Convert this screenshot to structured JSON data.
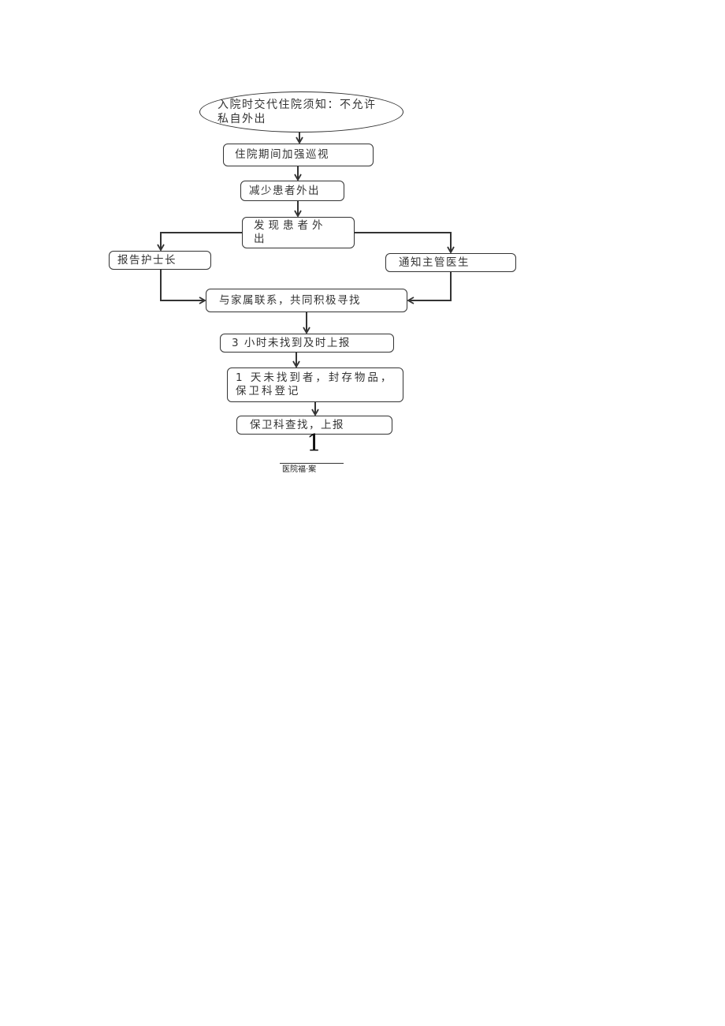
{
  "flowchart": {
    "nodes": {
      "admission_notice": "入院时交代住院须知：不允许私自外出",
      "strengthen_rounds": "住院期间加强巡视",
      "reduce_outings": "减少患者外出",
      "discover_absence": "发现患者外出",
      "report_head_nurse": "报告护士长",
      "notify_doctor": "通知主管医生",
      "contact_family": "与家属联系，共同积极寻找",
      "report_3h": "3 小时未找到及时上报",
      "one_day_not_found": "1 天未找到者，封存物品，保卫科登记",
      "security_search": "保卫科查找，上报"
    },
    "edges": [
      {
        "from": "admission_notice",
        "to": "strengthen_rounds"
      },
      {
        "from": "strengthen_rounds",
        "to": "reduce_outings"
      },
      {
        "from": "reduce_outings",
        "to": "discover_absence"
      },
      {
        "from": "discover_absence",
        "to": "report_head_nurse"
      },
      {
        "from": "discover_absence",
        "to": "notify_doctor"
      },
      {
        "from": "report_head_nurse",
        "to": "contact_family"
      },
      {
        "from": "notify_doctor",
        "to": "contact_family"
      },
      {
        "from": "contact_family",
        "to": "report_3h"
      },
      {
        "from": "report_3h",
        "to": "one_day_not_found"
      },
      {
        "from": "one_day_not_found",
        "to": "security_search"
      }
    ],
    "line_color": "#333333"
  },
  "footer": {
    "page_number": "1",
    "caption": "医院福·案"
  }
}
